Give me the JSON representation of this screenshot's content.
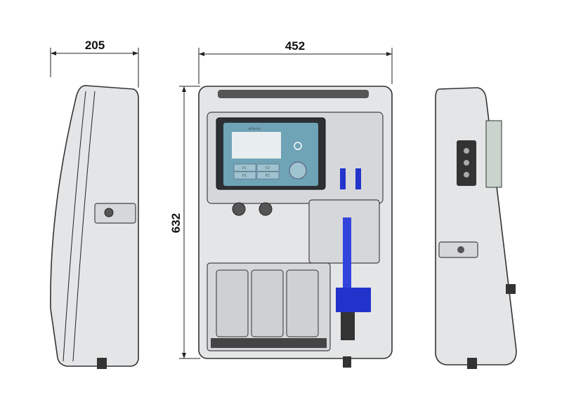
{
  "dimensions": {
    "depth": "205",
    "width": "452",
    "height": "632"
  },
  "controller": {
    "brand": "aRecon",
    "buttons": [
      "F1",
      "F2",
      "P1",
      "P2"
    ]
  },
  "colors": {
    "housing": "#e4e5e7",
    "panel": "#6fa3b6",
    "flow_cell": "#2233cc"
  }
}
